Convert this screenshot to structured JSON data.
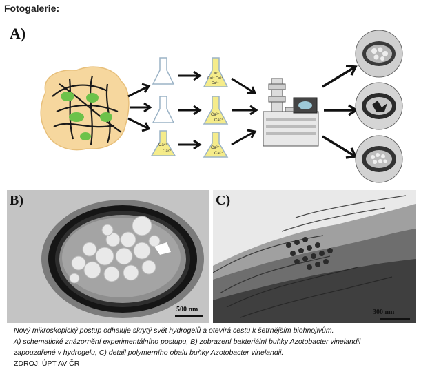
{
  "page": {
    "heading": "Fotogalerie:"
  },
  "figure": {
    "panel_a_label": "A)",
    "panel_b_label": "B)",
    "panel_c_label": "C)",
    "scale_b": "500 nm",
    "scale_c": "300 nm",
    "flask_labels": {
      "ca_single": "Ca²⁺",
      "ca_triple": [
        "Ca²⁺",
        "Ca²⁺ Ca²⁺",
        "Ca²⁺"
      ]
    }
  },
  "caption": {
    "line1": "Nový mikroskopický postup odhaluje skrytý svět hydrogelů a otevírá cestu k šetrnějším biohnojivům.",
    "line2": "A) schematické znázornění experimentálního postupu, B) zobrazení bakteriální buňky Azotobacter vinelandii",
    "line3": "zapouzdřené v hydrogelu, C) detail polymerního obalu buňky Azotobacter vinelandii.",
    "source": "ZDROJ: ÚPT AV ČR"
  },
  "colors": {
    "gel": "#f6d79e",
    "bacteria": "#6cc24a",
    "solution": "#f5ec8a",
    "em_dark": "#1b1b1b"
  }
}
